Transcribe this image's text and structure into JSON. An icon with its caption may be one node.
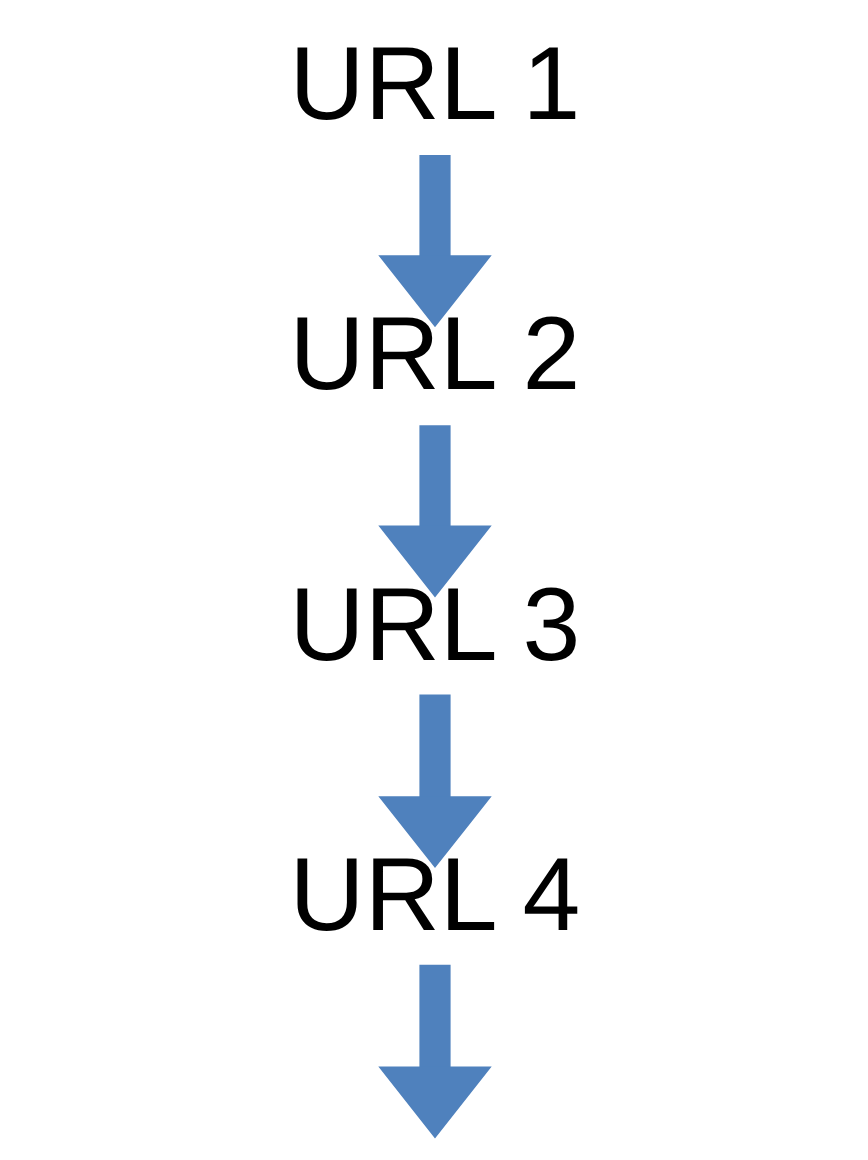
{
  "diagram": {
    "nodes": [
      {
        "text": [
          "URL 1"
        ]
      },
      {
        "text": [
          "URL 2"
        ]
      },
      {
        "text": [
          "URL 3"
        ]
      },
      {
        "text": [
          "URL 4"
        ]
      }
    ],
    "edges": [
      {
        "from": 0,
        "to": 1,
        "arrow": "to"
      },
      {
        "from": 1,
        "to": 2,
        "arrow": "to"
      },
      {
        "from": 2,
        "to": 3,
        "arrow": "to"
      },
      {
        "from": 3,
        "to": null,
        "arrow": "to"
      }
    ]
  }
}
